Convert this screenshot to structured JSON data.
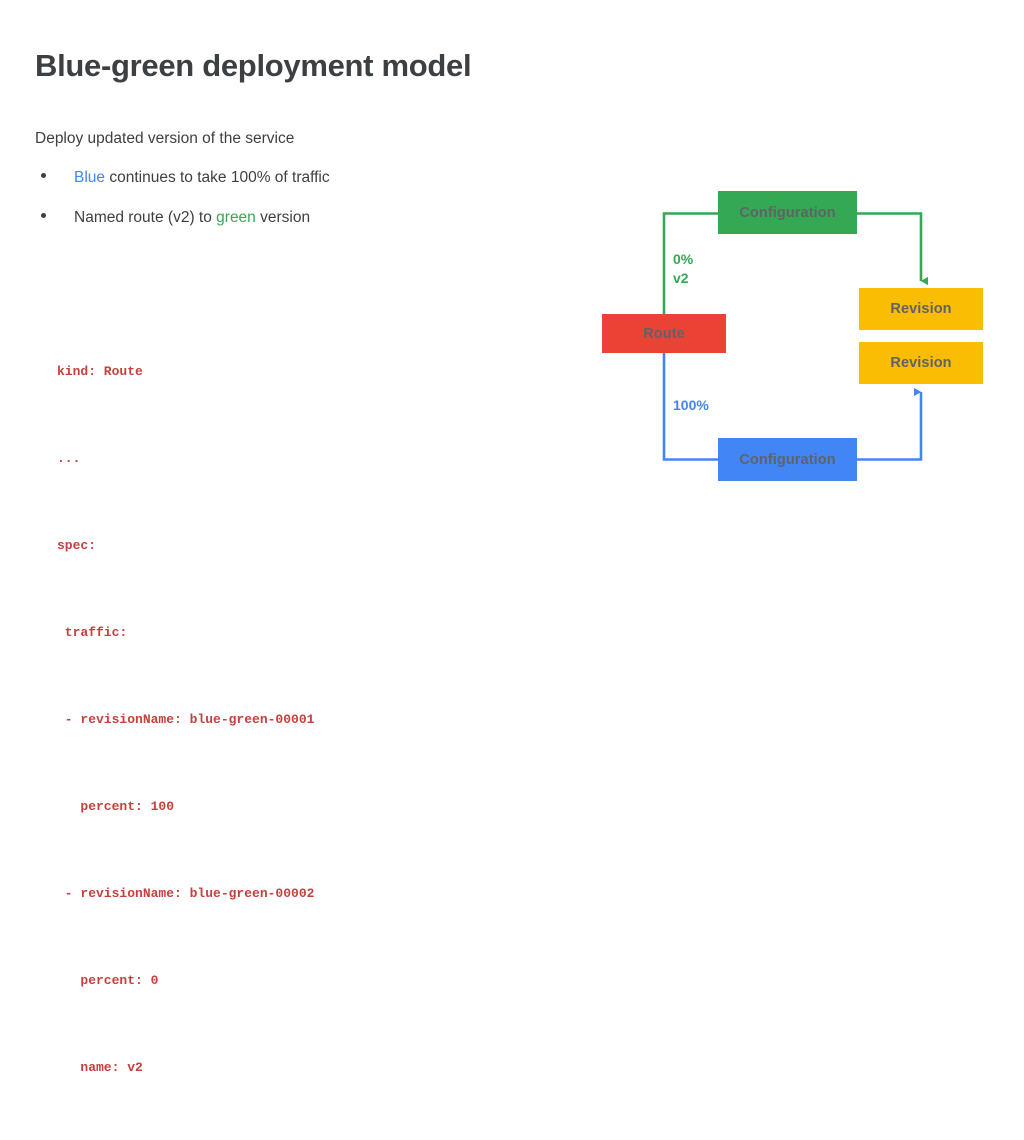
{
  "slide": {
    "title": "Blue-green deployment model",
    "subtitle": "Deploy updated version of the service",
    "bullets": [
      {
        "accent": "Blue",
        "accent_color": "#4285f4",
        "rest": " continues to take 100% of traffic"
      },
      {
        "pre": "Named route (v2) to ",
        "accent": "green",
        "accent_color": "#34a853",
        "rest": " version"
      }
    ],
    "code": {
      "language": "yaml",
      "color": "#c5403e",
      "lines": [
        "kind: Route",
        "...",
        "spec:",
        " traffic:",
        " - revisionName: blue-green-00001",
        "   percent: 100",
        " - revisionName: blue-green-00002",
        "   percent: 0",
        "   name: v2"
      ]
    }
  },
  "diagram": {
    "nodes": {
      "config_green": {
        "label": "Configuration",
        "color": "#34a853"
      },
      "route": {
        "label": "Route",
        "color": "#ea4335"
      },
      "revision_top": {
        "label": "Revision",
        "color": "#fbbc04"
      },
      "revision_bottom": {
        "label": "Revision",
        "color": "#fbbc04"
      },
      "config_blue": {
        "label": "Configuration",
        "color": "#4285f4"
      }
    },
    "edge_labels": {
      "green_traffic": "0%\nv2",
      "blue_traffic": "100%"
    },
    "edge_colors": {
      "green": "#34a853",
      "blue": "#4285f4"
    }
  }
}
